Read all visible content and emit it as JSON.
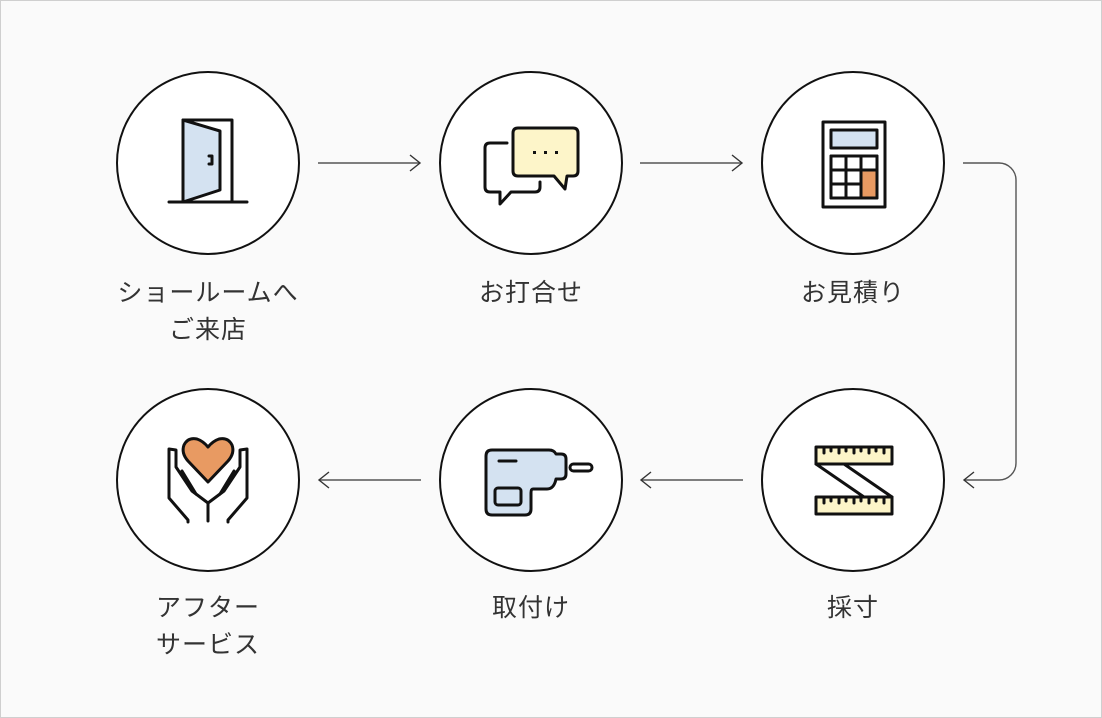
{
  "diagram": {
    "type": "process-flow",
    "colors": {
      "background": "#fafafa",
      "border": "#cfcfcf",
      "circle_fill": "#ffffff",
      "outline": "#111111",
      "text": "#333333",
      "light_blue": "#d4e2f1",
      "light_yellow": "#fdf5c9",
      "orange": "#e89a62"
    },
    "steps": [
      {
        "order": 1,
        "label_line1": "ショールームへ",
        "label_line2": "ご来店",
        "icon": "door-icon"
      },
      {
        "order": 2,
        "label_line1": "お打合せ",
        "label_line2": "",
        "icon": "chat-bubbles-icon"
      },
      {
        "order": 3,
        "label_line1": "お見積り",
        "label_line2": "",
        "icon": "calculator-icon"
      },
      {
        "order": 4,
        "label_line1": "採寸",
        "label_line2": "",
        "icon": "measuring-tape-icon"
      },
      {
        "order": 5,
        "label_line1": "取付け",
        "label_line2": "",
        "icon": "drill-icon"
      },
      {
        "order": 6,
        "label_line1": "アフター",
        "label_line2": "サービス",
        "icon": "hands-heart-icon"
      }
    ],
    "connections": [
      {
        "from": 1,
        "to": 2
      },
      {
        "from": 2,
        "to": 3
      },
      {
        "from": 3,
        "to": 4
      },
      {
        "from": 4,
        "to": 5
      },
      {
        "from": 5,
        "to": 6
      }
    ]
  }
}
